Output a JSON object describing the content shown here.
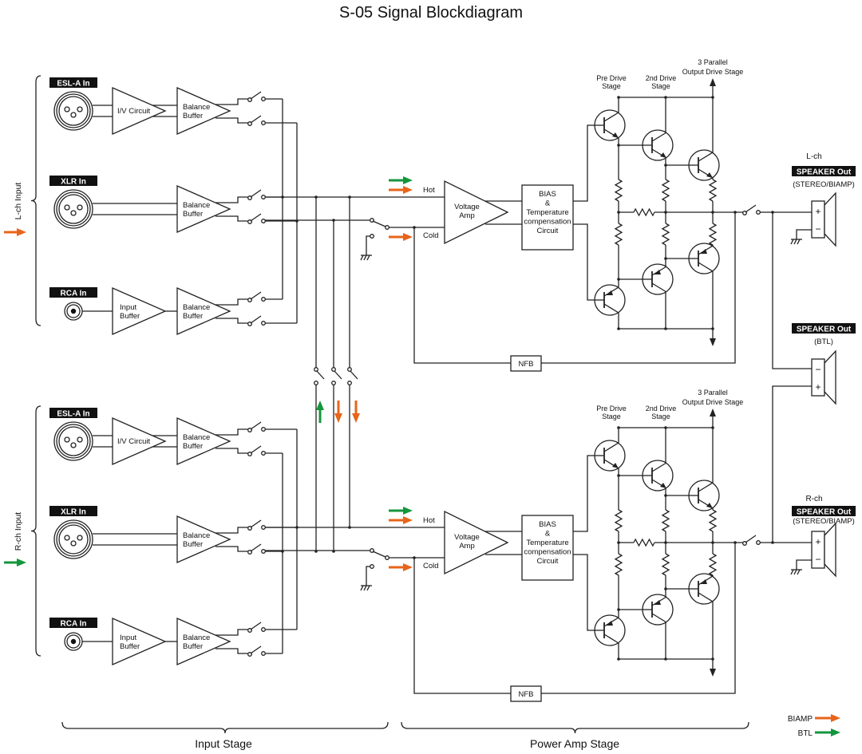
{
  "title": "S-05 Signal Blockdiagram",
  "colors": {
    "biamp": "#e8641a",
    "btl": "#14963c",
    "line": "#222222"
  },
  "channels": [
    {
      "input_label": "L-ch Input",
      "input_arrow": "biamp",
      "out_label": "L-ch",
      "inputs": [
        {
          "label": "ESL-A In",
          "connector": "xlr-icon"
        },
        {
          "label": "XLR In",
          "connector": "xlr-icon"
        },
        {
          "label": "RCA In",
          "connector": "rca-icon"
        }
      ],
      "hot_arrows": [
        "btl",
        "biamp"
      ],
      "cold_arrows": [
        "biamp"
      ]
    },
    {
      "input_label": "R-ch Input",
      "input_arrow": "btl",
      "out_label": "R-ch",
      "inputs": [
        {
          "label": "ESL-A In",
          "connector": "xlr-icon"
        },
        {
          "label": "XLR In",
          "connector": "xlr-icon"
        },
        {
          "label": "RCA In",
          "connector": "rca-icon"
        }
      ],
      "hot_arrows": [
        "btl",
        "biamp"
      ],
      "cold_arrows": [
        "biamp"
      ]
    }
  ],
  "labels": {
    "iv": "I/V Circuit",
    "balance_buffer": [
      "Balance",
      "Buffer"
    ],
    "input_buffer": [
      "Input",
      "Buffer"
    ],
    "hot": "Hot",
    "cold": "Cold",
    "voltage_amp": [
      "Voltage",
      "Amp"
    ],
    "bias": [
      "BIAS",
      "&",
      "Temperature",
      "compensation",
      "Circuit"
    ],
    "nfb": "NFB",
    "predrive": [
      "Pre Drive",
      "Stage"
    ],
    "second_drive": [
      "2nd Drive",
      "Stage"
    ],
    "output_stage": [
      "3 Parallel",
      "Output Drive Stage"
    ],
    "speaker_out": "SPEAKER Out",
    "stereo_biamp": "(STEREO/BIAMP)",
    "btl": "(BTL)",
    "plus": "+",
    "minus": "−"
  },
  "link_arrows": [
    {
      "dir": "up",
      "color": "btl"
    },
    {
      "dir": "down",
      "color": "biamp"
    },
    {
      "dir": "down",
      "color": "biamp"
    }
  ],
  "stages": [
    "Input Stage",
    "Power Amp Stage"
  ],
  "legend": [
    {
      "label": "BIAMP",
      "color": "biamp"
    },
    {
      "label": "BTL",
      "color": "btl"
    }
  ]
}
